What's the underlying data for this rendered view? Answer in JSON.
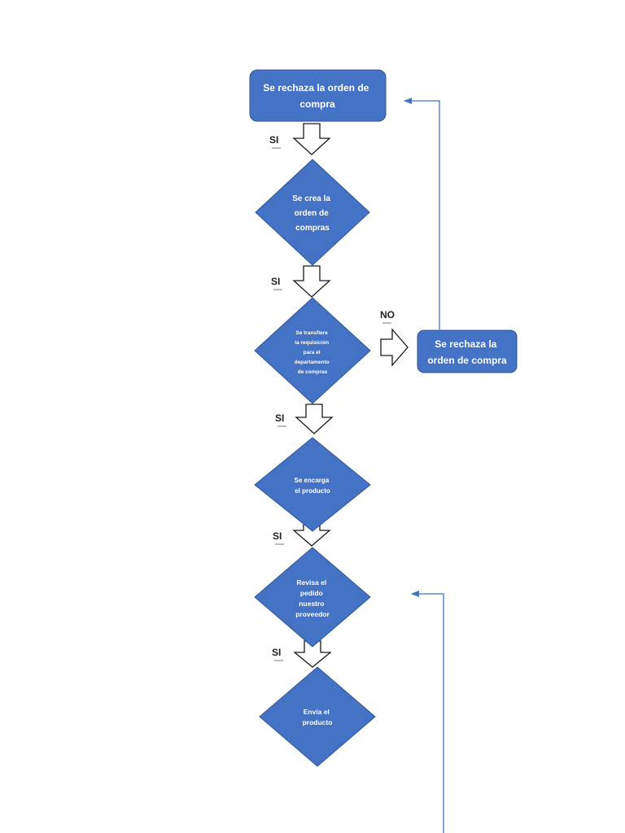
{
  "colors": {
    "shape_fill": "#4472C4",
    "shape_stroke": "#2F5597",
    "connector": "#4472C4",
    "block_arrow_fill": "#ffffff",
    "block_arrow_stroke": "#1a1a1a"
  },
  "nodes": [
    {
      "id": "reject-top",
      "shape": "rounded-rect",
      "lines": [
        "Se rechaza la orden de",
        "compra"
      ]
    },
    {
      "id": "create-order",
      "shape": "diamond",
      "lines": [
        "Se crea la",
        "orden de",
        "compras"
      ]
    },
    {
      "id": "transfer-requisition",
      "shape": "diamond",
      "lines": [
        "Se transfiere",
        "la requisición",
        "para el",
        "departamento",
        "de compras"
      ]
    },
    {
      "id": "reject-right",
      "shape": "rounded-rect",
      "lines": [
        "Se rechaza la",
        "orden de compra"
      ]
    },
    {
      "id": "order-product",
      "shape": "diamond",
      "lines": [
        "Se encarga",
        "el producto"
      ]
    },
    {
      "id": "review-order",
      "shape": "diamond",
      "lines": [
        "Revisa el",
        "pedido",
        "nuestro",
        "proveedor"
      ]
    },
    {
      "id": "send-product",
      "shape": "diamond",
      "lines": [
        "Envia el",
        "producto"
      ]
    }
  ],
  "labels": [
    "SI",
    "SI",
    "SI",
    "SI",
    "SI",
    "NO"
  ]
}
